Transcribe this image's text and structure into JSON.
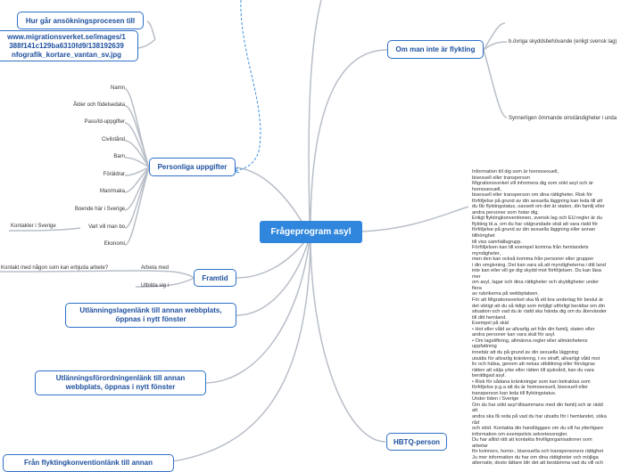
{
  "root": {
    "label": "Frågeprogram asyl"
  },
  "top_left": {
    "process_link": "Hur går ansökningsprocesen till",
    "image_url_lines": [
      "www.migrationsverket.se/images/1",
      "388f141c129ba6310fd9/138192639",
      "nfografik_kortare_vantan_sv.jpg"
    ]
  },
  "personal": {
    "label": "Personliga uppgifter",
    "items": [
      "Namn",
      "Ålder och födelsedata",
      "Pass/Id-uppgifter",
      "Civilstånd",
      "Barn",
      "Föräldrar",
      "Man/maka",
      "Boende här i Sverige",
      "Vart vill man bo",
      "Ekonomi"
    ],
    "contacts": "Kontakter i Sverige"
  },
  "framtid": {
    "label": "Framtid",
    "arbeta": "Arbeta med",
    "utbilda": "Utbilda sig i",
    "kontakt": "Kontakt med någon som kan erbjuda arbete?"
  },
  "links": {
    "utlanning": [
      "Utlänningslagenlänk till annan webbplats,",
      "öppnas i nytt fönster"
    ],
    "forordning": [
      "Utlänningsförordningenlänk till annan",
      "webbplats, öppnas i nytt fönster"
    ],
    "flykting": "Från flyktingkonventionlänk till annan"
  },
  "ej_flykting": {
    "label": "Om man inte är flykting",
    "a": "b.övriga skyddsbehövande (enligt svensk lag)",
    "b": "Synnerligen ömmande omständigheter i unda"
  },
  "hbtq": {
    "label": "HBTQ-person",
    "text_lines": [
      "Information till dig som är homosexuell,",
      "bisexuell eller transperson",
      "Migrationsverket vill informera dig som sökt asyl och är",
      "homosexuell,",
      "bisexuell eller transperson om dina rättigheter. Risk för",
      "förföljelse på grund av din sexuella läggning kan leda till att",
      "du får flyktingstatus, oavsett om det är staten, din familj eller",
      "andra personer som hotar dig.",
      "Enligt flyktingkonventionen, svensk lag och EU:regler är du",
      "flykting bl.a. om du har välgrundade skäl att vara rädd för",
      "förföljelse på grund av din sexuella läggning eller annan",
      "tillhörighet",
      "till viss samhällsgrupp.",
      "Förföljelsen kan till exempel komma från hemlandets",
      "myndigheter,",
      "men den kan också komma från personer eller grupper",
      "i din omgivning. Det kan vara så att myndigheterna i ditt land",
      "inte kan eller vill ge dig skydd mot förföljelsen. Du kan läsa",
      "mer",
      "om asyl, lagar och dina rättigheter och skyldigheter under",
      "flera",
      "av rubrikerna på webbplatsen.",
      "För att Migrationsverket ska få ett bra underlag för beslut är",
      "det viktigt att du så tidigt som möjligt utförligt berättar om din",
      "situation och vad du är rädd ska hända dig om du återvänder",
      "till ditt hemland.",
      "Exempel på skäl",
      "• Hot eller våld av allvarlig art från din familj, staten eller",
      "andra personer kan vara skäl för asyl.",
      "• Om lagstiftning, allmänna regler eller allmänhetens",
      "uppfattning",
      "innebär att du på grund av din sexuella läggning",
      "utsätts för allvarlig kränkning, t ex straff, allvarligt våld mot",
      "liv och hälsa, genom att nekas utbildning eller förvägras",
      "rätten att välja yrke eller rätten till sjukvård, kan du vara",
      "berättigad asyl.",
      "• Risk för sådana kränkningar som kan betraktas som",
      "förföljelse p.g.a att du är homosexuell, bisexuell eller",
      "transperson kan leda till flyktingstatus.",
      "Under tiden i Sverige",
      "Om du har sökt asyl tillsammans med din familj och är rädd",
      "att",
      "andra ska få reda på vad du har utsatts för i hemlandet, söka",
      "råd",
      "och stöd. Kontakta din handläggare om du vill ha ytterligare",
      "information om exempelvis sekretessregler.",
      "Du har alltid rätt att kontakta frivilligorganisationer som",
      "arbetar",
      "för kvinnors, homo-, bisexuella och transpersoners rättighet",
      "Ju mer information du har om dina rättigheter och möjliga",
      "alternativ, desto lättare blir det att bestämma vad du vill och"
    ]
  },
  "colors": {
    "box_border": "#2f6fc6",
    "box_text": "#1d4f9e",
    "root_fill": "#2f86dc",
    "line": "#b8bec8",
    "dashed": "#3b8fe0"
  }
}
